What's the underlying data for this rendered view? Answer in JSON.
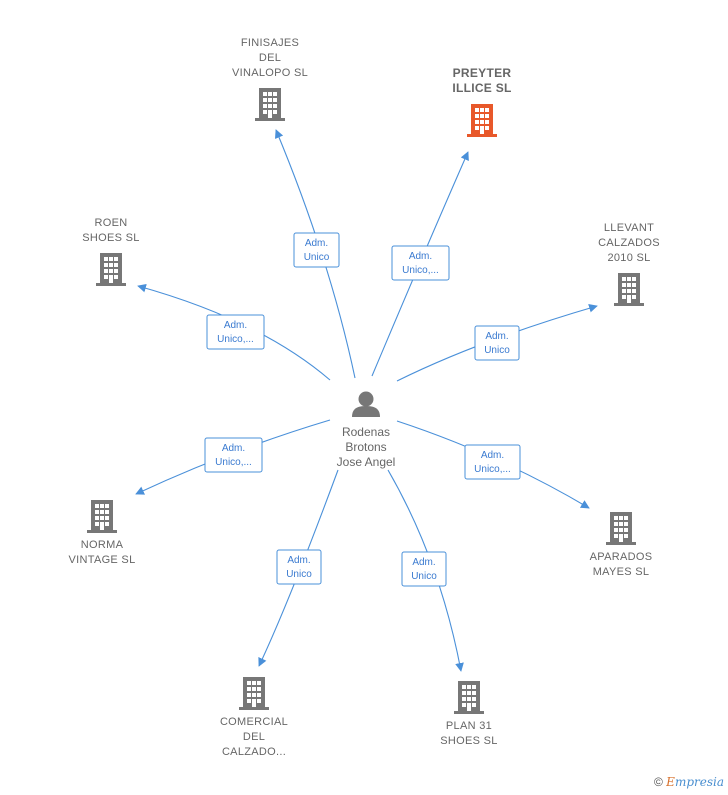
{
  "center": {
    "name_lines": [
      "Rodenas",
      "Brotons",
      "Jose Angel"
    ],
    "icon": "person-icon"
  },
  "companies": [
    {
      "id": "finisajes",
      "lines": [
        "FINISAJES",
        "DEL",
        "VINALOPO  SL"
      ],
      "highlight": false,
      "role_lines": [
        "Adm.",
        "Unico"
      ]
    },
    {
      "id": "preyter",
      "lines": [
        "PREYTER",
        "ILLICE  SL"
      ],
      "highlight": true,
      "role_lines": [
        "Adm.",
        "Unico,..."
      ]
    },
    {
      "id": "roen",
      "lines": [
        "ROEN",
        "SHOES SL"
      ],
      "highlight": false,
      "role_lines": [
        "Adm.",
        "Unico,..."
      ]
    },
    {
      "id": "llevant",
      "lines": [
        "LLEVANT",
        "CALZADOS",
        "2010 SL"
      ],
      "highlight": false,
      "role_lines": [
        "Adm.",
        "Unico"
      ]
    },
    {
      "id": "norma",
      "lines": [
        "NORMA",
        "VINTAGE  SL"
      ],
      "highlight": false,
      "role_lines": [
        "Adm.",
        "Unico,..."
      ]
    },
    {
      "id": "aparados",
      "lines": [
        "APARADOS",
        "MAYES  SL"
      ],
      "highlight": false,
      "role_lines": [
        "Adm.",
        "Unico,..."
      ]
    },
    {
      "id": "comercial",
      "lines": [
        "COMERCIAL",
        "DEL",
        "CALZADO..."
      ],
      "highlight": false,
      "role_lines": [
        "Adm.",
        "Unico"
      ]
    },
    {
      "id": "plan31",
      "lines": [
        "PLAN 31",
        "SHOES  SL"
      ],
      "highlight": false,
      "role_lines": [
        "Adm.",
        "Unico"
      ]
    }
  ],
  "colors": {
    "building": "#777777",
    "building_highlight": "#e8582a",
    "edge": "#4a90d9",
    "label": "#666666"
  },
  "footer": {
    "copyright": "©",
    "brand_first": "E",
    "brand_rest": "mpresia"
  }
}
